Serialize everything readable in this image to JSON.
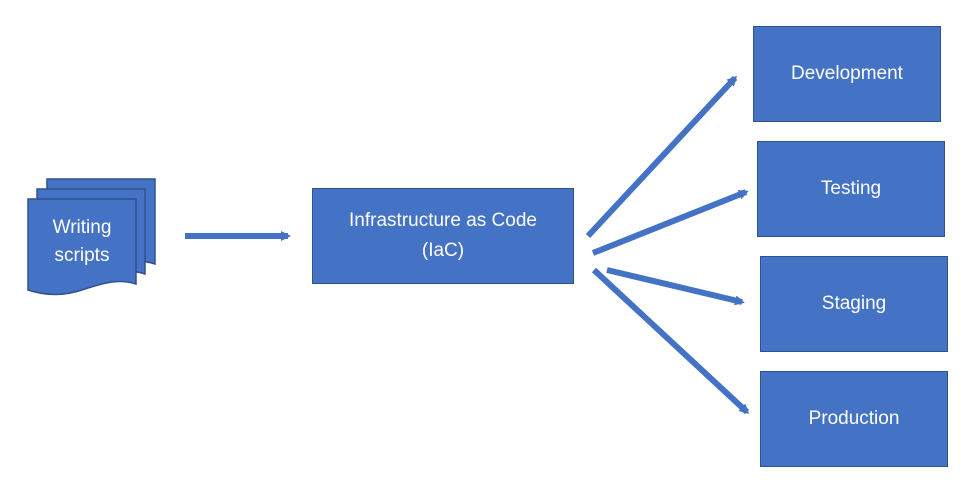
{
  "diagram": {
    "source_label": "Writing\nscripts",
    "center_label": "Infrastructure as Code\n(IaC)",
    "targets": [
      {
        "id": "dev",
        "label": "Development"
      },
      {
        "id": "test",
        "label": "Testing"
      },
      {
        "id": "stage",
        "label": "Staging"
      },
      {
        "id": "prod",
        "label": "Production"
      }
    ]
  },
  "colors": {
    "fill": "#4472C4",
    "outline": "#2F528F",
    "text": "#FFFFFF",
    "background": "#FFFFFF"
  }
}
